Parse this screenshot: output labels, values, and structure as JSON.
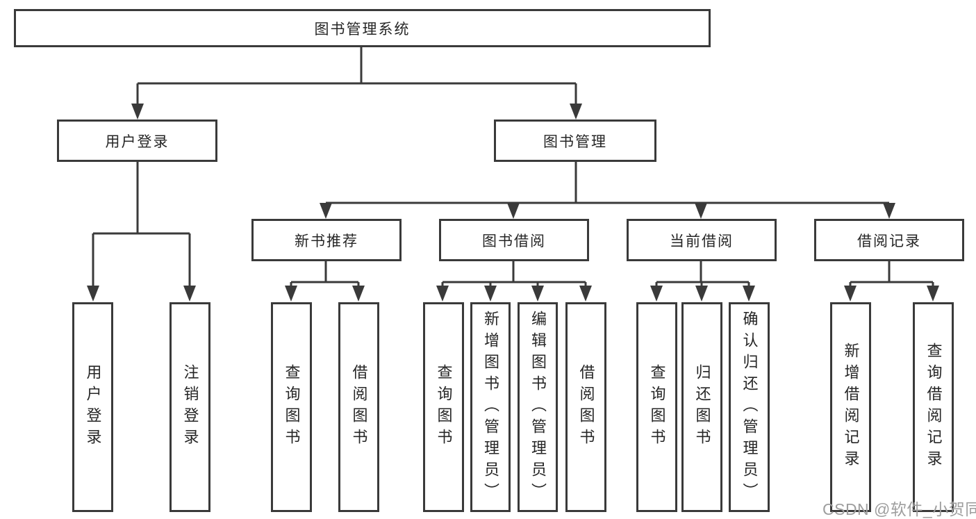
{
  "tree": {
    "root": "图书管理系统",
    "level2": [
      "用户登录",
      "图书管理"
    ],
    "level3": [
      "新书推荐",
      "图书借阅",
      "当前借阅",
      "借阅记录"
    ],
    "leaves_user": [
      "用户登录",
      "注销登录"
    ],
    "leaves_new_book": [
      "查询图书",
      "借阅图书"
    ],
    "leaves_borrow": [
      "查询图书",
      "新增图书（管理员）",
      "编辑图书（管理员）",
      "借阅图书"
    ],
    "leaves_current": [
      "查询图书",
      "归还图书",
      "确认归还（管理员）"
    ],
    "leaves_records": [
      "新增借阅记录",
      "查询借阅记录"
    ]
  },
  "watermark": "CSDN @软件_小贺同学",
  "colors": {
    "line": "#3a3a3a",
    "text": "#262626",
    "watermark": "#9e9e9e",
    "background": "#ffffff"
  }
}
